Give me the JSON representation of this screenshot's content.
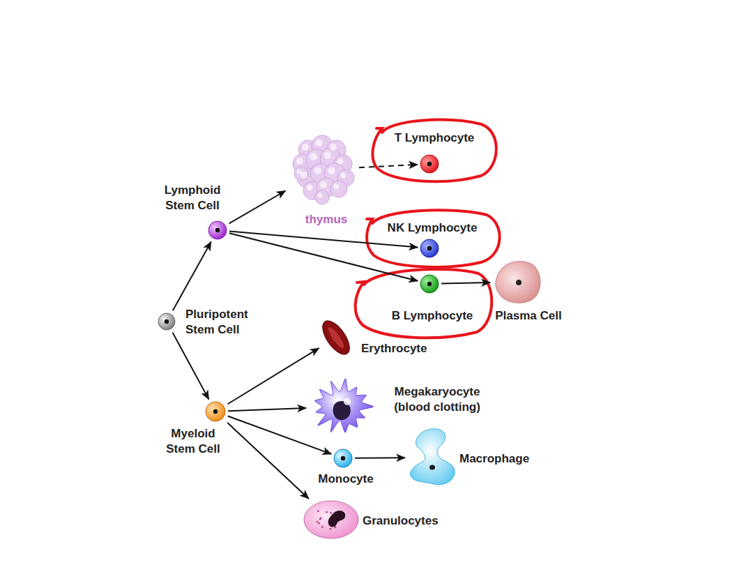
{
  "diagram": {
    "nodes": [
      {
        "text": [
          "Pluripotent Stem Cell"
        ]
      },
      {
        "text": [
          "Lymphoid Stem Cell"
        ]
      },
      {
        "text": [
          "thymus"
        ]
      },
      {
        "text": [
          "T Lymphocyte"
        ]
      },
      {
        "text": [
          "NK Lymphocyte"
        ]
      },
      {
        "text": [
          "B Lymphocyte"
        ]
      },
      {
        "text": [
          "Plasma Cell"
        ]
      },
      {
        "text": [
          "Myeloid Stem Cell"
        ]
      },
      {
        "text": [
          "Erythrocyte"
        ]
      },
      {
        "text": [
          "Megakaryocyte (blood clotting)"
        ]
      },
      {
        "text": [
          "Monocyte"
        ]
      },
      {
        "text": [
          "Macrophage"
        ]
      },
      {
        "text": [
          "Granulocytes"
        ]
      }
    ],
    "edges": [
      {
        "from": 0,
        "to": 1,
        "arrow": "to"
      },
      {
        "from": 0,
        "to": 7,
        "arrow": "to"
      },
      {
        "from": 1,
        "to": 2,
        "arrow": "to"
      },
      {
        "from": 2,
        "to": 3,
        "arrow": "to"
      },
      {
        "from": 1,
        "to": 4,
        "arrow": "to"
      },
      {
        "from": 1,
        "to": 5,
        "arrow": "to"
      },
      {
        "from": 5,
        "to": 6,
        "arrow": "to"
      },
      {
        "from": 7,
        "to": 8,
        "arrow": "to"
      },
      {
        "from": 7,
        "to": 9,
        "arrow": "to"
      },
      {
        "from": 7,
        "to": 10,
        "arrow": "to"
      },
      {
        "from": 10,
        "to": 11,
        "arrow": "to"
      },
      {
        "from": 7,
        "to": 12,
        "arrow": "to"
      }
    ]
  }
}
